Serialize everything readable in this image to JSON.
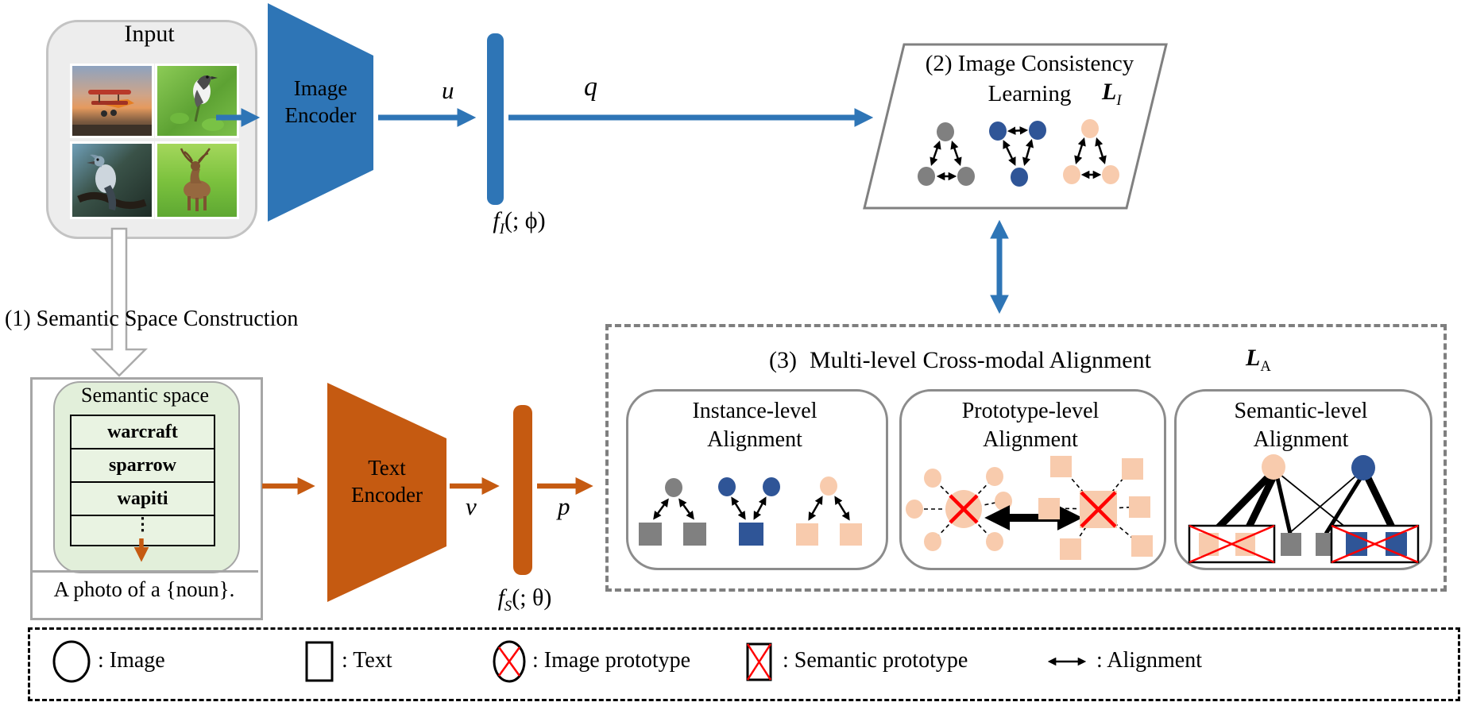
{
  "colors": {
    "blue": "#2E75B6",
    "orange": "#C55A11",
    "dark_blue": "#2F5597",
    "peach": "#F8CBAD",
    "gray": "#808080",
    "light_green": "#E2EFDA",
    "red": "#FF0000"
  },
  "input": {
    "title": "Input",
    "images": [
      "airplane at sunset",
      "kingbird on green branch",
      "magpie on branch",
      "wapiti on grass"
    ]
  },
  "step1_label": "(1) Semantic Space Construction",
  "image_encoder": {
    "line1": "Image",
    "line2": "Encoder"
  },
  "text_encoder": {
    "line1": "Text",
    "line2": "Encoder"
  },
  "vars": {
    "u": "u",
    "q": "q",
    "v": "v",
    "p": "p"
  },
  "f_image": {
    "base": "f",
    "sub": "I",
    "args": "(; ϕ)"
  },
  "f_text": {
    "base": "f",
    "sub": "S",
    "args": "(; θ)"
  },
  "consistency": {
    "title_line1": "(2) Image Consistency",
    "title_line2": "Learning",
    "loss": {
      "base": "L",
      "sub": "I"
    }
  },
  "semantic_space": {
    "title": "Semantic space",
    "rows": [
      "warcraft",
      "sparrow",
      "wapiti",
      "⋮"
    ],
    "prompt": "A photo of a {noun}."
  },
  "alignment": {
    "number": "(3)",
    "title": "Multi-level Cross-modal Alignment",
    "loss": {
      "base": "L",
      "sub": "A"
    },
    "boxes": [
      {
        "line1": "Instance-level",
        "line2": "Alignment"
      },
      {
        "line1": "Prototype-level",
        "line2": "Alignment"
      },
      {
        "line1": "Semantic-level",
        "line2": "Alignment"
      }
    ]
  },
  "legend": {
    "items": [
      {
        "symbol": "circle",
        "label": ": Image"
      },
      {
        "symbol": "square",
        "label": ": Text"
      },
      {
        "symbol": "circle-red-x",
        "label": ": Image prototype"
      },
      {
        "symbol": "square-red-x",
        "label": ": Semantic prototype"
      },
      {
        "symbol": "double-arrow",
        "label": ": Alignment"
      }
    ]
  }
}
